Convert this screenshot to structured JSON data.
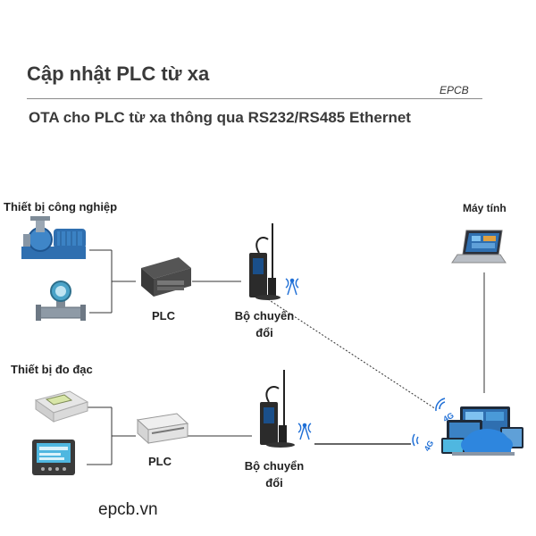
{
  "header": {
    "title": "Cập nhật PLC từ xa",
    "brand_tag": "EPCB",
    "subtitle": "OTA cho PLC từ xa thông qua RS232/RS485 Ethernet"
  },
  "groups": {
    "industrial_label": "Thiết bị công nghiệp",
    "measurement_label": "Thiết bị đo đạc"
  },
  "nodes": {
    "plc_top_label": "PLC",
    "plc_bottom_label": "PLC",
    "converter_top_line1": "Bộ chuyển",
    "converter_top_line2": "đổi",
    "converter_bottom_line1": "Bộ chuyển",
    "converter_bottom_line2": "đổi",
    "computer_label": "Máy tính",
    "badge_4g": "4G"
  },
  "footer": {
    "website": "epcb.vn"
  },
  "colors": {
    "line": "#333333",
    "pump_blue": "#2f6fb0",
    "device_dark": "#2b2b2b",
    "cloud_blue": "#2e86de",
    "signal_blue": "#1f6fd6"
  }
}
